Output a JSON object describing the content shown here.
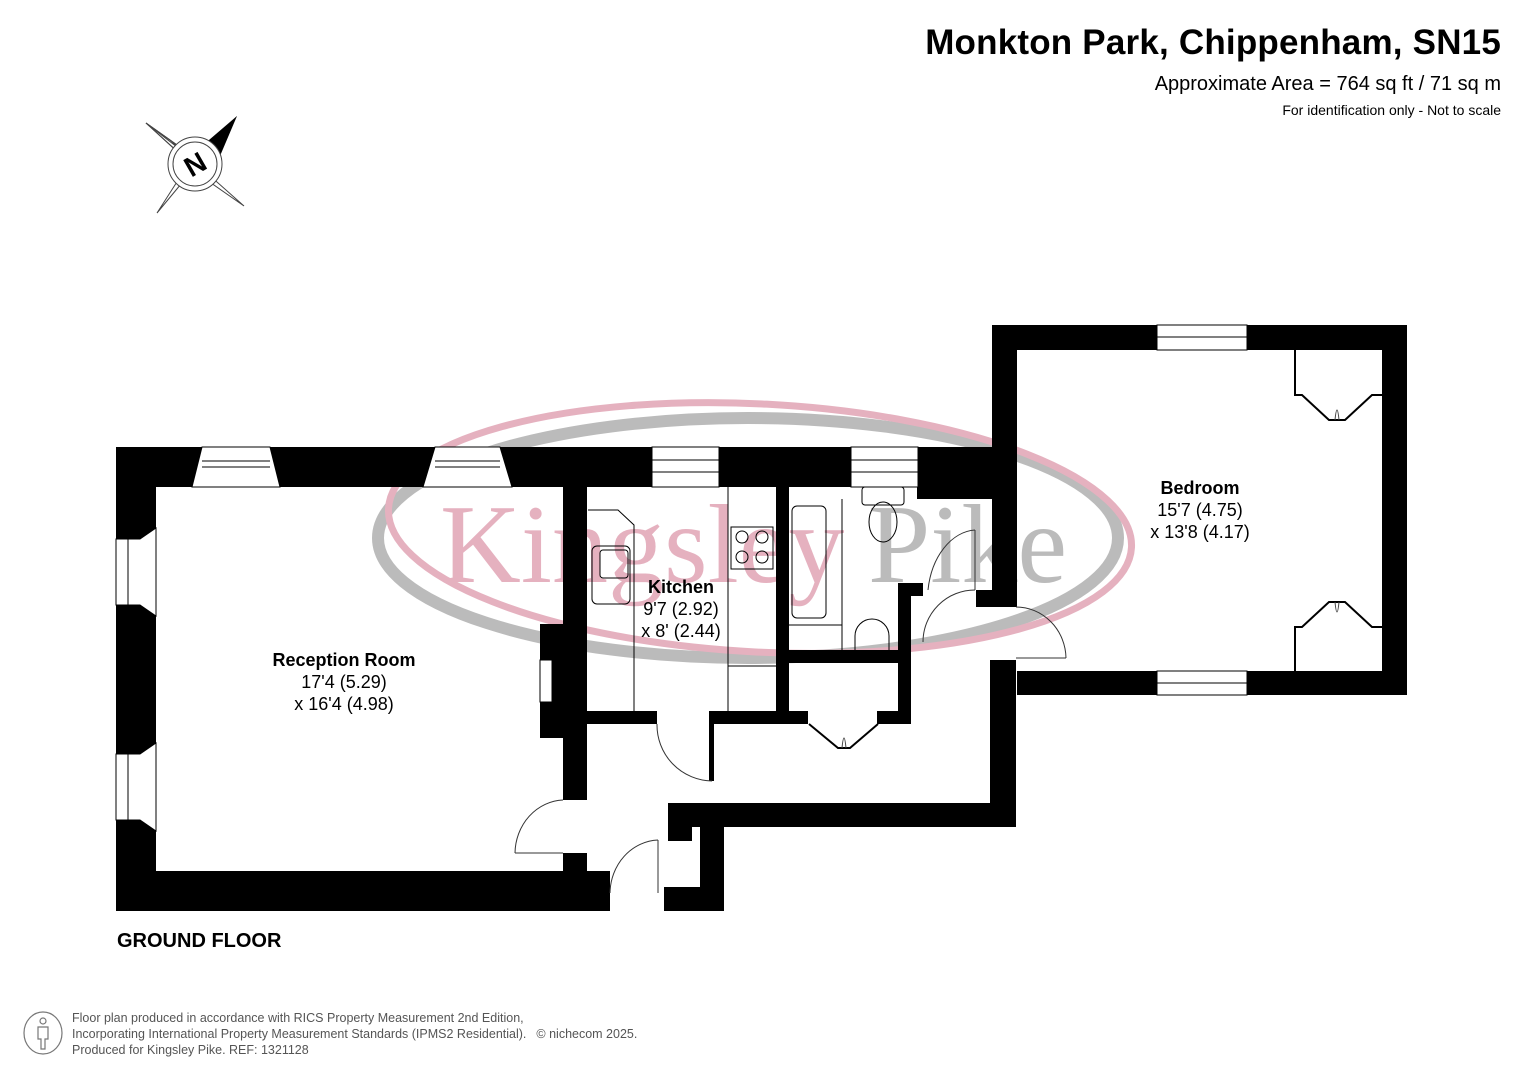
{
  "header": {
    "title": "Monkton Park, Chippenham, SN15",
    "area": "Approximate Area = 764 sq ft / 71 sq m",
    "note": "For identification only - Not to scale"
  },
  "compass": {
    "icon": "north-arrow-compass-icon",
    "label": "N"
  },
  "watermark": {
    "brand_part1": "Kingsley",
    "brand_part2": "Pike",
    "colors": {
      "pink": "#e3a9b9",
      "grey": "#b4b4b4"
    }
  },
  "rooms": [
    {
      "name": "Reception Room",
      "dim1": "17'4 (5.29)",
      "dim2": "x 16'4 (4.98)"
    },
    {
      "name": "Kitchen",
      "dim1": "9'7 (2.92)",
      "dim2": "x 8' (2.44)"
    },
    {
      "name": "Bedroom",
      "dim1": "15'7 (4.75)",
      "dim2": "x 13'8 (4.17)"
    }
  ],
  "floor_label": "GROUND FLOOR",
  "footer": {
    "line1": "Floor plan produced in accordance with RICS Property Measurement 2nd Edition,",
    "line2": "Incorporating International Property Measurement Standards (IPMS2 Residential).",
    "copyright": "© nichecom 2025.",
    "line3": "Produced for Kingsley Pike.   REF: 1321128"
  }
}
